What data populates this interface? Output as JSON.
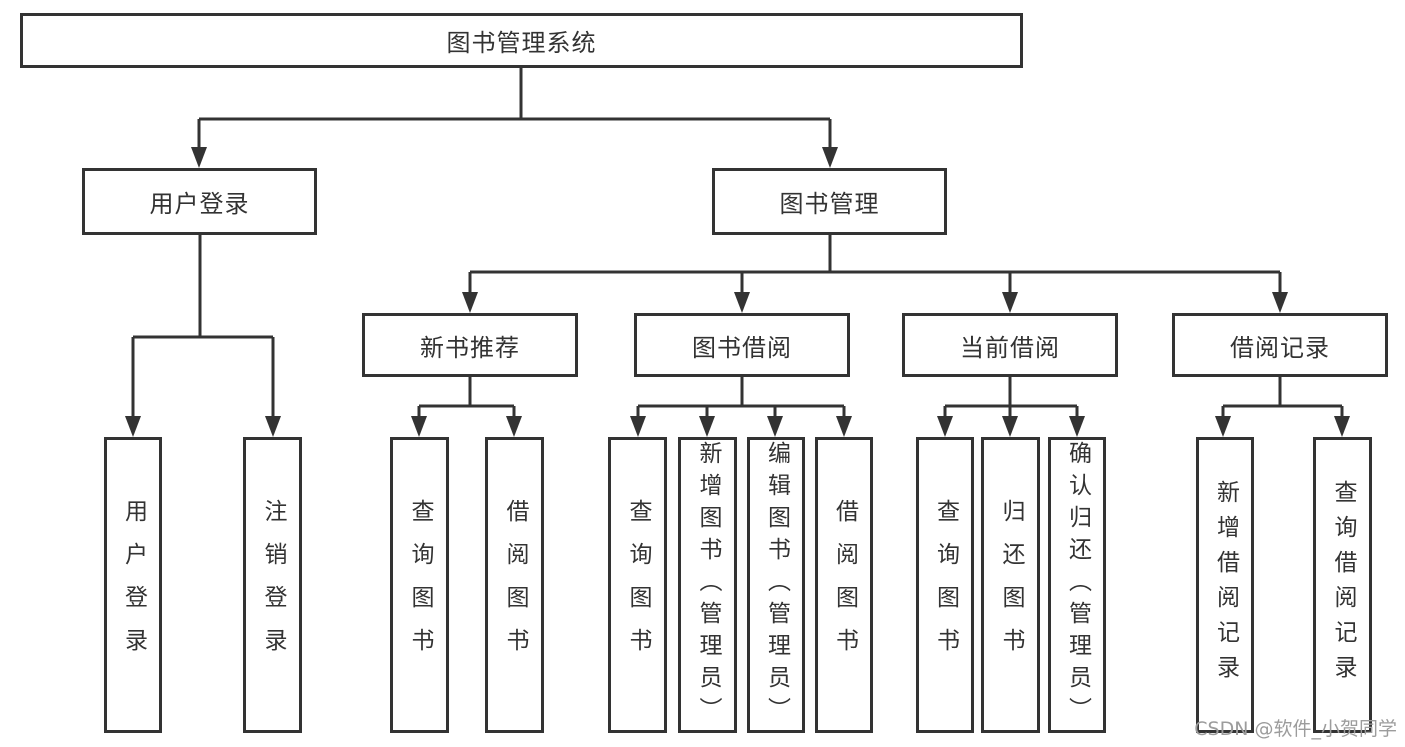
{
  "tree": {
    "root": {
      "label": "图书管理系统"
    },
    "level2": [
      {
        "label": "用户登录"
      },
      {
        "label": "图书管理"
      }
    ],
    "level3": [
      {
        "label": "新书推荐"
      },
      {
        "label": "图书借阅"
      },
      {
        "label": "当前借阅"
      },
      {
        "label": "借阅记录"
      }
    ],
    "level4": {
      "user_login": [
        "用户登录",
        "注销登录"
      ],
      "new_book": [
        "查询图书",
        "借阅图书"
      ],
      "book_borrow": [
        "查询图书",
        "新增图书（管理员）",
        "编辑图书（管理员）",
        "借阅图书"
      ],
      "current_borrow": [
        "查询图书",
        "归还图书",
        "确认归还（管理员）"
      ],
      "borrow_records": [
        "新增借阅记录",
        "查询借阅记录"
      ]
    }
  },
  "watermark": {
    "text": "CSDN @软件_小贺同学"
  },
  "colors": {
    "line": "#333333",
    "box_border": "#333333",
    "text": "#333333",
    "background": "#ffffff",
    "watermark": "#9c9c9c"
  }
}
